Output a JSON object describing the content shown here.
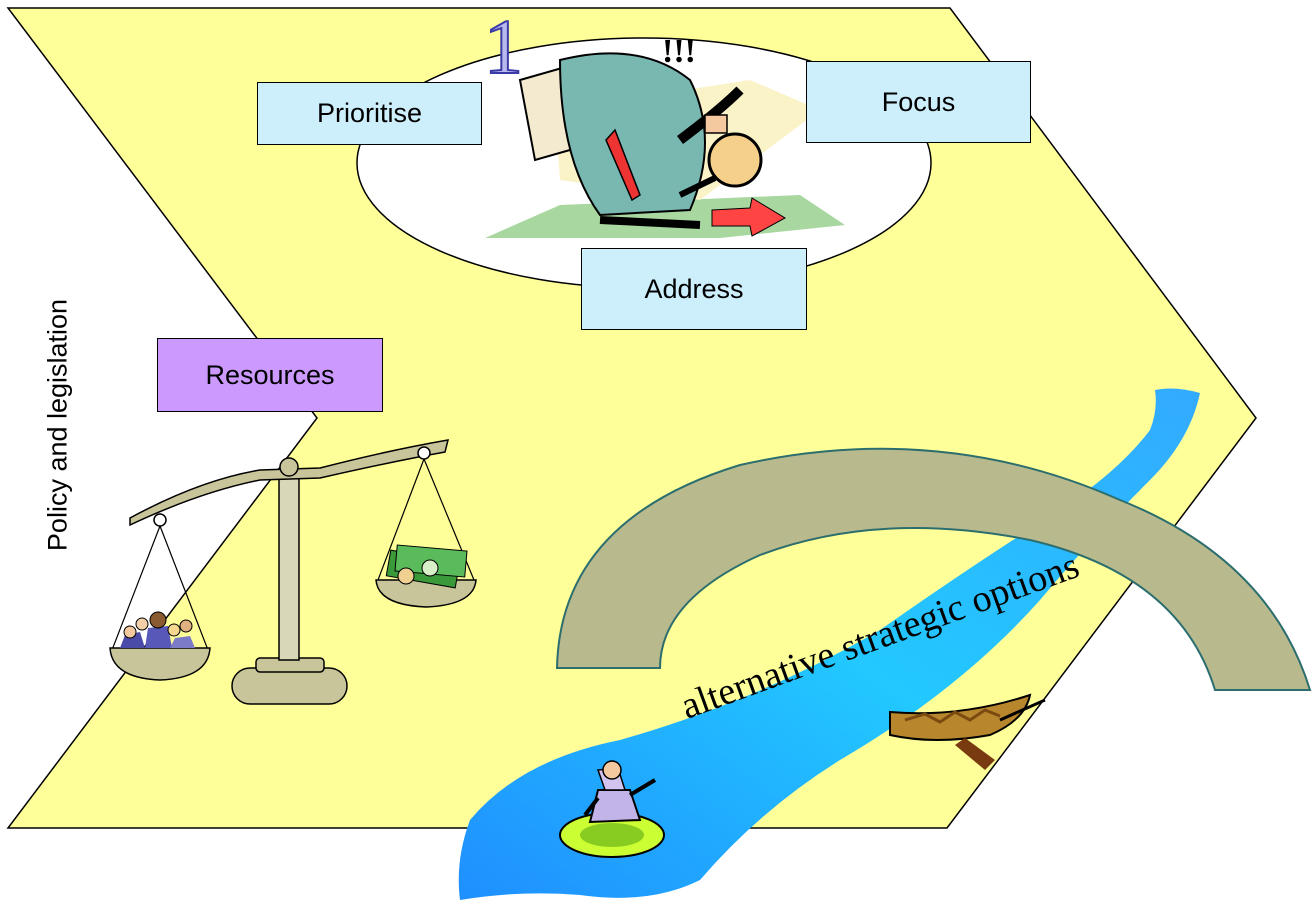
{
  "labels": {
    "prioritise": "Prioritise",
    "focus": "Focus",
    "address": "Address",
    "resources": "Resources",
    "policy": "Policy and legislation",
    "options": "alternative strategic options",
    "step": "1"
  },
  "icons": {
    "searcher": "person-searching-with-magnifier-icon",
    "scales": "balance-scales-icon",
    "people": "group-of-people-icon",
    "money": "money-bills-icon",
    "bridge": "arch-bridge-icon",
    "river": "river-icon",
    "surfer": "businessman-surfing-icon",
    "canoe": "canoe-icon"
  },
  "colors": {
    "background_shape": "#ffff99",
    "box_blue": "#cdeefb",
    "box_purple": "#cc99ff",
    "river": "#33ccff",
    "bridge": "#b9b98e",
    "scales": "#c8c59a"
  }
}
